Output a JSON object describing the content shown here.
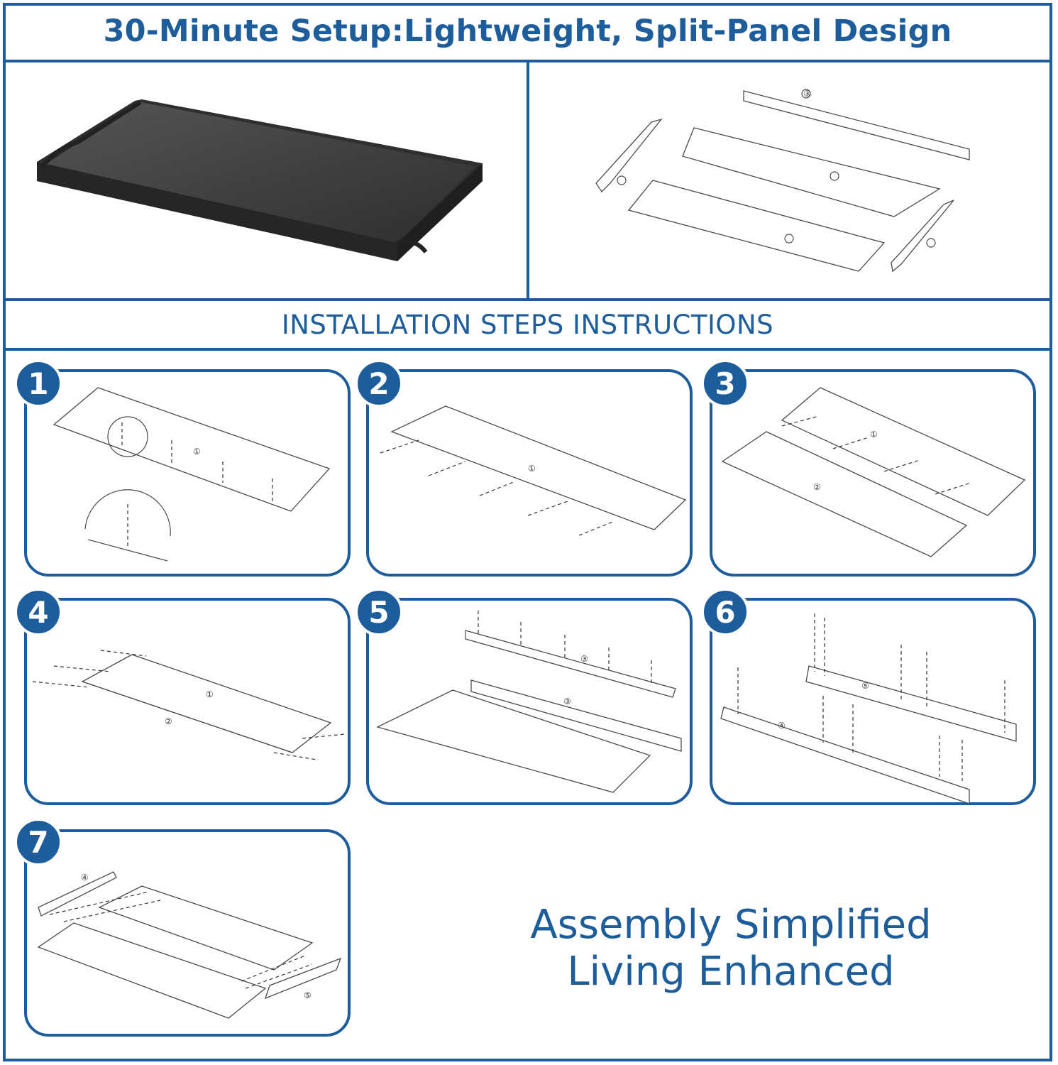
{
  "header": {
    "title": "30-Minute Setup:Lightweight, Split-Panel Design"
  },
  "section": {
    "subtitle": "INSTALLATION STEPS INSTRUCTIONS"
  },
  "steps": [
    {
      "number": "1"
    },
    {
      "number": "2"
    },
    {
      "number": "3"
    },
    {
      "number": "4"
    },
    {
      "number": "5"
    },
    {
      "number": "6"
    },
    {
      "number": "7"
    }
  ],
  "part_labels": {
    "p1": "①",
    "p2": "②",
    "p3": "③",
    "p4": "④",
    "p5": "⑤"
  },
  "tagline": {
    "line1": "Assembly Simplified",
    "line2": "Living Enhanced"
  },
  "colors": {
    "accent": "#1e5d9b",
    "product": "#3b3b3b",
    "background": "#ffffff"
  }
}
